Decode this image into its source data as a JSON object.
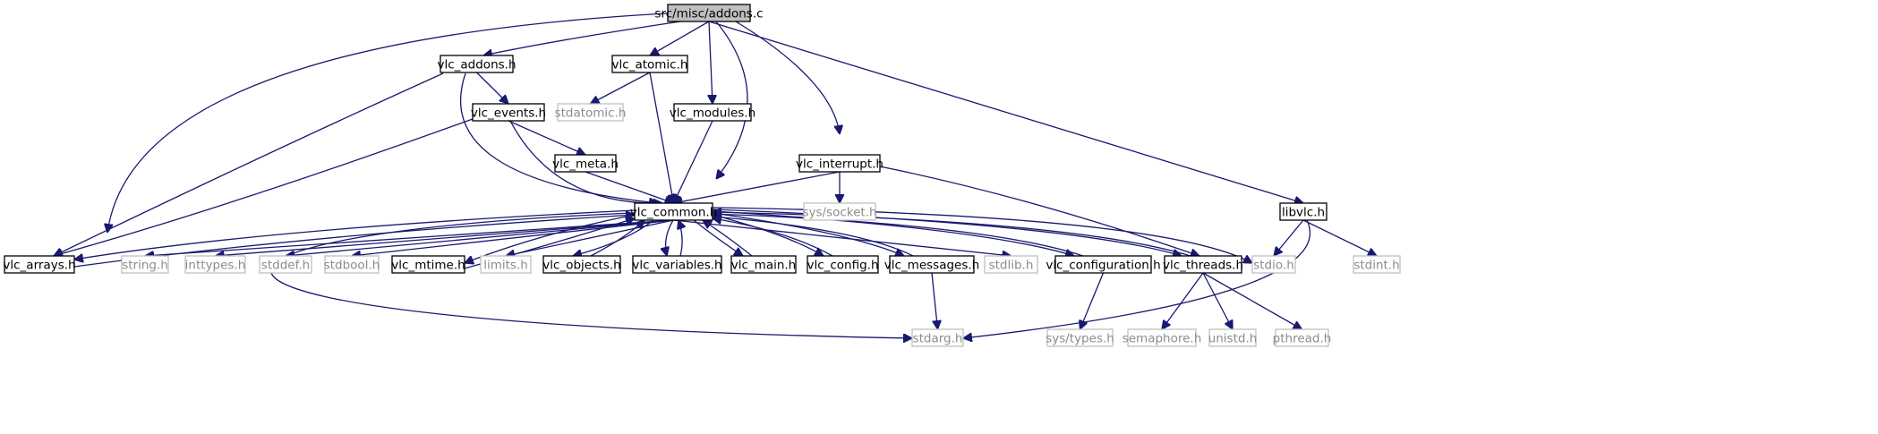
{
  "diagram": {
    "type": "include-dependency-graph",
    "colors": {
      "edge": "#191970",
      "root_fill": "#bfbfbf",
      "header_border": "#000000",
      "system_border": "#bfbfbf",
      "system_text": "#8c8c8c",
      "text": "#000000"
    },
    "nodes": [
      {
        "id": "addons_c",
        "label": "src/misc/addons.c",
        "kind": "root"
      },
      {
        "id": "vlc_addons",
        "label": "vlc_addons.h",
        "kind": "header"
      },
      {
        "id": "vlc_atomic",
        "label": "vlc_atomic.h",
        "kind": "header"
      },
      {
        "id": "stdatomic",
        "label": "stdatomic.h",
        "kind": "system"
      },
      {
        "id": "vlc_modules",
        "label": "vlc_modules.h",
        "kind": "header"
      },
      {
        "id": "vlc_events",
        "label": "vlc_events.h",
        "kind": "header"
      },
      {
        "id": "vlc_meta",
        "label": "vlc_meta.h",
        "kind": "header"
      },
      {
        "id": "vlc_interrupt",
        "label": "vlc_interrupt.h",
        "kind": "header"
      },
      {
        "id": "sys_socket",
        "label": "sys/socket.h",
        "kind": "system"
      },
      {
        "id": "libvlc",
        "label": "libvlc.h",
        "kind": "header"
      },
      {
        "id": "vlc_common",
        "label": "vlc_common.h",
        "kind": "header"
      },
      {
        "id": "vlc_arrays",
        "label": "vlc_arrays.h",
        "kind": "header"
      },
      {
        "id": "string_h",
        "label": "string.h",
        "kind": "system"
      },
      {
        "id": "inttypes",
        "label": "inttypes.h",
        "kind": "system"
      },
      {
        "id": "stddef",
        "label": "stddef.h",
        "kind": "system"
      },
      {
        "id": "stdbool",
        "label": "stdbool.h",
        "kind": "system"
      },
      {
        "id": "vlc_mtime",
        "label": "vlc_mtime.h",
        "kind": "header"
      },
      {
        "id": "limits",
        "label": "limits.h",
        "kind": "system"
      },
      {
        "id": "vlc_objects",
        "label": "vlc_objects.h",
        "kind": "header"
      },
      {
        "id": "vlc_variables",
        "label": "vlc_variables.h",
        "kind": "header"
      },
      {
        "id": "vlc_main",
        "label": "vlc_main.h",
        "kind": "header"
      },
      {
        "id": "vlc_config",
        "label": "vlc_config.h",
        "kind": "header"
      },
      {
        "id": "vlc_messages",
        "label": "vlc_messages.h",
        "kind": "header"
      },
      {
        "id": "stdlib",
        "label": "stdlib.h",
        "kind": "system"
      },
      {
        "id": "vlc_configuration",
        "label": "vlc_configuration.h",
        "kind": "header"
      },
      {
        "id": "vlc_threads",
        "label": "vlc_threads.h",
        "kind": "header"
      },
      {
        "id": "stdio",
        "label": "stdio.h",
        "kind": "system"
      },
      {
        "id": "stdint",
        "label": "stdint.h",
        "kind": "system"
      },
      {
        "id": "stdarg",
        "label": "stdarg.h",
        "kind": "system"
      },
      {
        "id": "sys_types",
        "label": "sys/types.h",
        "kind": "system"
      },
      {
        "id": "semaphore",
        "label": "semaphore.h",
        "kind": "system"
      },
      {
        "id": "unistd",
        "label": "unistd.h",
        "kind": "system"
      },
      {
        "id": "pthread",
        "label": "pthread.h",
        "kind": "system"
      }
    ],
    "edges": [
      {
        "from": "addons_c",
        "to": "vlc_arrays"
      },
      {
        "from": "addons_c",
        "to": "vlc_addons"
      },
      {
        "from": "addons_c",
        "to": "vlc_atomic"
      },
      {
        "from": "addons_c",
        "to": "vlc_modules"
      },
      {
        "from": "addons_c",
        "to": "vlc_common"
      },
      {
        "from": "addons_c",
        "to": "vlc_interrupt"
      },
      {
        "from": "addons_c",
        "to": "libvlc"
      },
      {
        "from": "vlc_addons",
        "to": "vlc_events"
      },
      {
        "from": "vlc_addons",
        "to": "vlc_arrays"
      },
      {
        "from": "vlc_addons",
        "to": "vlc_common"
      },
      {
        "from": "vlc_atomic",
        "to": "stdatomic"
      },
      {
        "from": "vlc_atomic",
        "to": "vlc_common"
      },
      {
        "from": "vlc_modules",
        "to": "vlc_common"
      },
      {
        "from": "vlc_events",
        "to": "vlc_meta"
      },
      {
        "from": "vlc_events",
        "to": "vlc_arrays"
      },
      {
        "from": "vlc_events",
        "to": "vlc_common"
      },
      {
        "from": "vlc_meta",
        "to": "vlc_common"
      },
      {
        "from": "vlc_interrupt",
        "to": "vlc_common"
      },
      {
        "from": "vlc_interrupt",
        "to": "sys_socket"
      },
      {
        "from": "vlc_interrupt",
        "to": "vlc_threads"
      },
      {
        "from": "libvlc",
        "to": "stdio"
      },
      {
        "from": "libvlc",
        "to": "stdint"
      },
      {
        "from": "libvlc",
        "to": "stdarg"
      },
      {
        "from": "vlc_common",
        "to": "vlc_arrays"
      },
      {
        "from": "vlc_arrays",
        "to": "vlc_common"
      },
      {
        "from": "vlc_common",
        "to": "string_h"
      },
      {
        "from": "vlc_common",
        "to": "inttypes"
      },
      {
        "from": "vlc_common",
        "to": "stddef"
      },
      {
        "from": "vlc_common",
        "to": "stdbool"
      },
      {
        "from": "vlc_common",
        "to": "vlc_mtime"
      },
      {
        "from": "vlc_mtime",
        "to": "vlc_common"
      },
      {
        "from": "vlc_common",
        "to": "limits"
      },
      {
        "from": "vlc_common",
        "to": "vlc_objects"
      },
      {
        "from": "vlc_objects",
        "to": "vlc_common"
      },
      {
        "from": "vlc_common",
        "to": "vlc_variables"
      },
      {
        "from": "vlc_variables",
        "to": "vlc_common"
      },
      {
        "from": "vlc_common",
        "to": "vlc_main"
      },
      {
        "from": "vlc_main",
        "to": "vlc_common"
      },
      {
        "from": "vlc_common",
        "to": "vlc_config"
      },
      {
        "from": "vlc_config",
        "to": "vlc_common"
      },
      {
        "from": "vlc_common",
        "to": "vlc_messages"
      },
      {
        "from": "vlc_messages",
        "to": "vlc_common"
      },
      {
        "from": "vlc_common",
        "to": "stdlib"
      },
      {
        "from": "vlc_common",
        "to": "vlc_configuration"
      },
      {
        "from": "vlc_configuration",
        "to": "vlc_common"
      },
      {
        "from": "vlc_common",
        "to": "vlc_threads"
      },
      {
        "from": "vlc_threads",
        "to": "vlc_common"
      },
      {
        "from": "vlc_common",
        "to": "stdio"
      },
      {
        "from": "vlc_common",
        "to": "stdarg"
      },
      {
        "from": "vlc_messages",
        "to": "stdarg"
      },
      {
        "from": "vlc_configuration",
        "to": "sys_types"
      },
      {
        "from": "vlc_threads",
        "to": "semaphore"
      },
      {
        "from": "vlc_threads",
        "to": "unistd"
      },
      {
        "from": "vlc_threads",
        "to": "pthread"
      }
    ]
  }
}
